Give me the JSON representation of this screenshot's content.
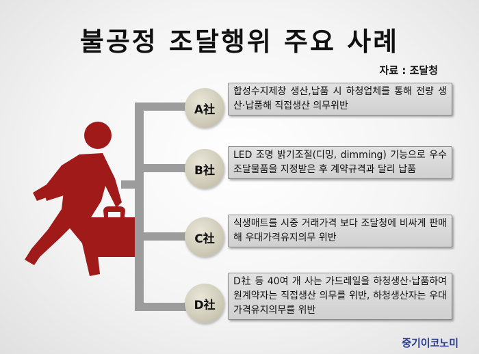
{
  "title": "불공정 조달행위 주요 사례",
  "source": "자료 : 조달청",
  "cases": [
    {
      "label": "A社",
      "text": "합성수지제창 생산,납품 시 하청업체를 통해 전량 생산·납품해 직접생산 의무위반"
    },
    {
      "label": "B社",
      "text": "LED 조명 밝기조절(디밍, dimming) 기능으로 우수조달물품을 지정받은 후 계약규격과 달리 납품"
    },
    {
      "label": "C社",
      "text": "식생매트를 시중 거래가격 보다 조달청에 비싸게 판매해 우대가격유지의무 위반"
    },
    {
      "label": "D社",
      "text": "D社 등 40여 개 사는 가드레일을 하청생산·납품하여 원계약자는 직접생산 의무를 위반, 하청생산자는 우대가격유지의무를 위반"
    }
  ],
  "watermark": "중기이코노미",
  "colors": {
    "figure": "#a01a1a",
    "connector": "#9c9c9c",
    "circle": "#cfcbb8",
    "box": "#d8d8d8"
  }
}
